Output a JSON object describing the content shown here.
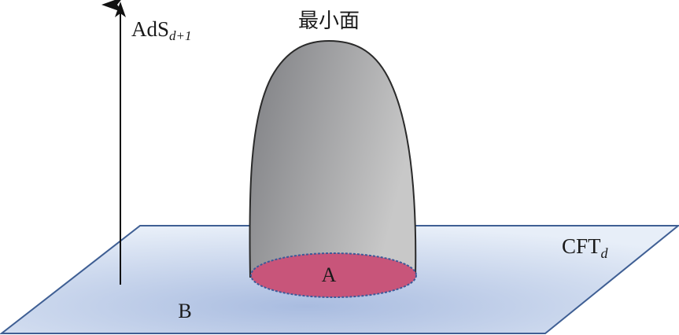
{
  "labels": {
    "axis_main": "AdS",
    "axis_sub": "d+1",
    "surface": "最小面",
    "region_a": "A",
    "region_b": "B",
    "boundary_main": "CFT",
    "boundary_sub": "d"
  },
  "colors": {
    "plane_edge": "#3f5f94",
    "plane_fill_light": "#e7eef8",
    "plane_fill_dark": "#a9bce0",
    "surface_light": "#c8c8c8",
    "surface_dark": "#7d7e82",
    "region_a_fill": "#c8557a",
    "region_a_edge": "#3d5a99",
    "axis": "#111111"
  }
}
